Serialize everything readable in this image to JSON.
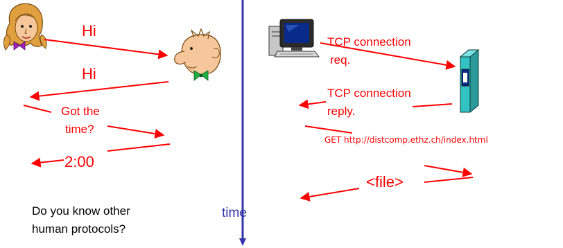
{
  "colors": {
    "message": "#ff0000",
    "timeline": "#3333aa",
    "text": "#000000"
  },
  "icons": [
    "woman-icon",
    "man-icon",
    "computer-icon",
    "server-icon",
    "timeline-arrow-icon"
  ],
  "human_protocol": {
    "messages": [
      "Hi",
      "Hi",
      "Got the",
      "time?",
      "2:00"
    ],
    "question": [
      "Do you know other",
      "human protocols?"
    ]
  },
  "timeline": {
    "label": "time"
  },
  "computer_protocol": {
    "messages": [
      "TCP connection",
      "req.",
      "TCP connection",
      "reply.",
      "GET http://distcomp.ethz.ch/index.html",
      "<file>"
    ]
  }
}
